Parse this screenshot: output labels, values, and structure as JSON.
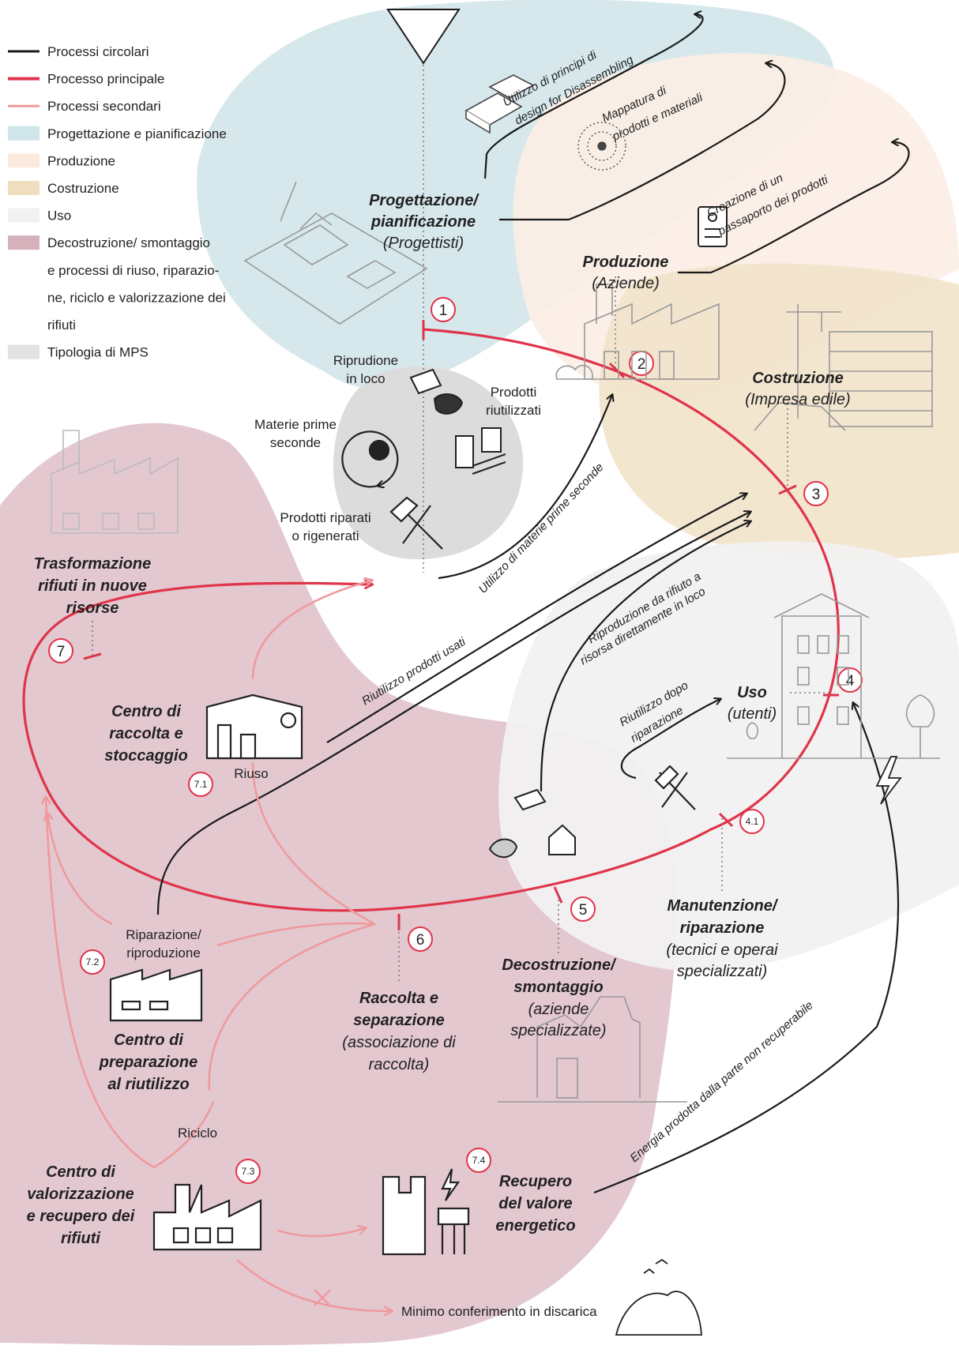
{
  "colors": {
    "circular": "#1a1a1a",
    "main": "#e0344a",
    "secondary": "#ef9a9f",
    "design_zone": "#d7e8ec",
    "production_zone": "#fbeee5",
    "construction_zone": "#f2e4cb",
    "use_zone": "#f2f2f2",
    "deconstruction_zone": "#e3c8cf",
    "mps_zone": "#dcdcdc"
  },
  "legend": [
    {
      "label": "Processi circolari",
      "kind": "line",
      "color": "#1a1a1a"
    },
    {
      "label": "Processo principale",
      "kind": "line",
      "color": "#e0344a"
    },
    {
      "label": "Processi secondari",
      "kind": "line",
      "color": "#ef9a9f"
    },
    {
      "label": "Progettazione e pianificazione",
      "kind": "box",
      "color": "#cfe5ea"
    },
    {
      "label": "Produzione",
      "kind": "box",
      "color": "#fbe9dd"
    },
    {
      "label": "Costruzione",
      "kind": "box",
      "color": "#efdfc0"
    },
    {
      "label": "Uso",
      "kind": "box",
      "color": "#f1f1f1"
    },
    {
      "label": "Decostruzione/ smontaggio",
      "kind": "box",
      "color": "#d4b1bb"
    },
    {
      "label": "e processi di riuso, riparazio-",
      "kind": "none"
    },
    {
      "label": "ne, riciclo e valorizzazione dei",
      "kind": "none"
    },
    {
      "label": "rifiuti",
      "kind": "none"
    },
    {
      "label": "Tipologia di MPS",
      "kind": "box",
      "color": "#e2e2e2"
    }
  ],
  "stages": {
    "design": {
      "title1": "Progettazione/",
      "title2": "pianificazione",
      "actor": "(Progettisti)"
    },
    "production": {
      "title": "Produzione",
      "actor": "(Aziende)"
    },
    "construction": {
      "title": "Costruzione",
      "actor": "(Impresa edile)"
    },
    "use": {
      "title": "Uso",
      "actor": "(utenti)"
    },
    "maintenance": {
      "title1": "Manutenzione/",
      "title2": "riparazione",
      "actor1": "(tecnici e operai",
      "actor2": "specializzati)"
    },
    "deconstruction": {
      "title1": "Decostruzione/",
      "title2": "smontaggio",
      "actor1": "(aziende",
      "actor2": "specializzate)"
    },
    "collection": {
      "title1": "Raccolta e",
      "title2": "separazione",
      "actor1": "(associazione di",
      "actor2": "raccolta)"
    },
    "transformation": {
      "title1": "Trasformazione",
      "title2": "rifiuti in nuove",
      "title3": "risorse"
    }
  },
  "numbers": {
    "n1": "1",
    "n2": "2",
    "n3": "3",
    "n4": "4",
    "n41": "4.1",
    "n5": "5",
    "n6": "6",
    "n7": "7",
    "n71": "7.1",
    "n72": "7.2",
    "n73": "7.3",
    "n74": "7.4"
  },
  "mps": {
    "ripr_1": "Riprudione",
    "ripr_2": "in loco",
    "prod_riut_1": "Prodotti",
    "prod_riut_2": "riutilizzati",
    "materie_1": "Materie prime",
    "materie_2": "seconde",
    "riparati_1": "Prodotti riparati",
    "riparati_2": "o rigenerati"
  },
  "centers": {
    "raccolta": {
      "l1": "Centro di",
      "l2": "raccolta e",
      "l3": "stoccaggio",
      "tag": "Riuso"
    },
    "preparazione": {
      "tag1": "Riparazione/",
      "tag2": "riproduzione",
      "l1": "Centro di",
      "l2": "preparazione",
      "l3": "al riutilizzo"
    },
    "valorizzazione": {
      "tag": "Riciclo",
      "l1": "Centro di",
      "l2": "valorizzazione",
      "l3": "e recupero dei",
      "l4": "rifiuti"
    },
    "energia": {
      "l1": "Recupero",
      "l2": "del valore",
      "l3": "energetico"
    }
  },
  "flows": {
    "dfd_1": "Utilizzo di principi di",
    "dfd_2": "design for Disassembling",
    "map_1": "Mappatura di",
    "map_2": "prodotti e materiali",
    "pass_1": "Creazione di un",
    "pass_2": "passaporto dei prodotti",
    "mps_use": "Utilizzo di materie prime seconde",
    "riprod_1": "Riproduzione da rifiuto a",
    "riprod_2": "risorsa direttamente in loco",
    "riut_usati": "Riutilizzo prodotti usati",
    "riut_dopo_1": "Riutilizzo dopo",
    "riut_dopo_2": "riparazione",
    "energia": "Energia prodotta dalla parte non recuperabile",
    "discarica": "Minimo conferimento in discarica"
  }
}
